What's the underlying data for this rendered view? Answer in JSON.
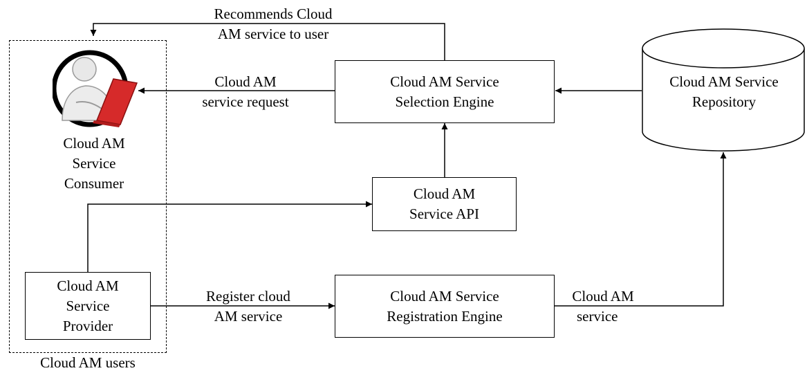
{
  "users_group": {
    "label": "Cloud AM users",
    "consumer": [
      "Cloud AM",
      "Service",
      "Consumer"
    ],
    "provider": [
      "Cloud AM",
      "Service",
      "Provider"
    ]
  },
  "nodes": {
    "selection_engine": [
      "Cloud AM Service",
      "Selection Engine"
    ],
    "repository": [
      "Cloud AM Service",
      "Repository"
    ],
    "api": [
      "Cloud AM",
      "Service API"
    ],
    "registration_engine": [
      "Cloud AM Service",
      "Registration Engine"
    ]
  },
  "edges": {
    "recommends": [
      "Recommends Cloud",
      "AM service to user"
    ],
    "request": [
      "Cloud AM",
      "service request"
    ],
    "register": [
      "Register cloud",
      "AM service"
    ],
    "service": [
      "Cloud AM",
      "service"
    ]
  },
  "icons": {
    "consumer": "user-with-laptop-icon"
  },
  "colors": {
    "stroke": "#000000",
    "laptop": "#d62a2a"
  }
}
